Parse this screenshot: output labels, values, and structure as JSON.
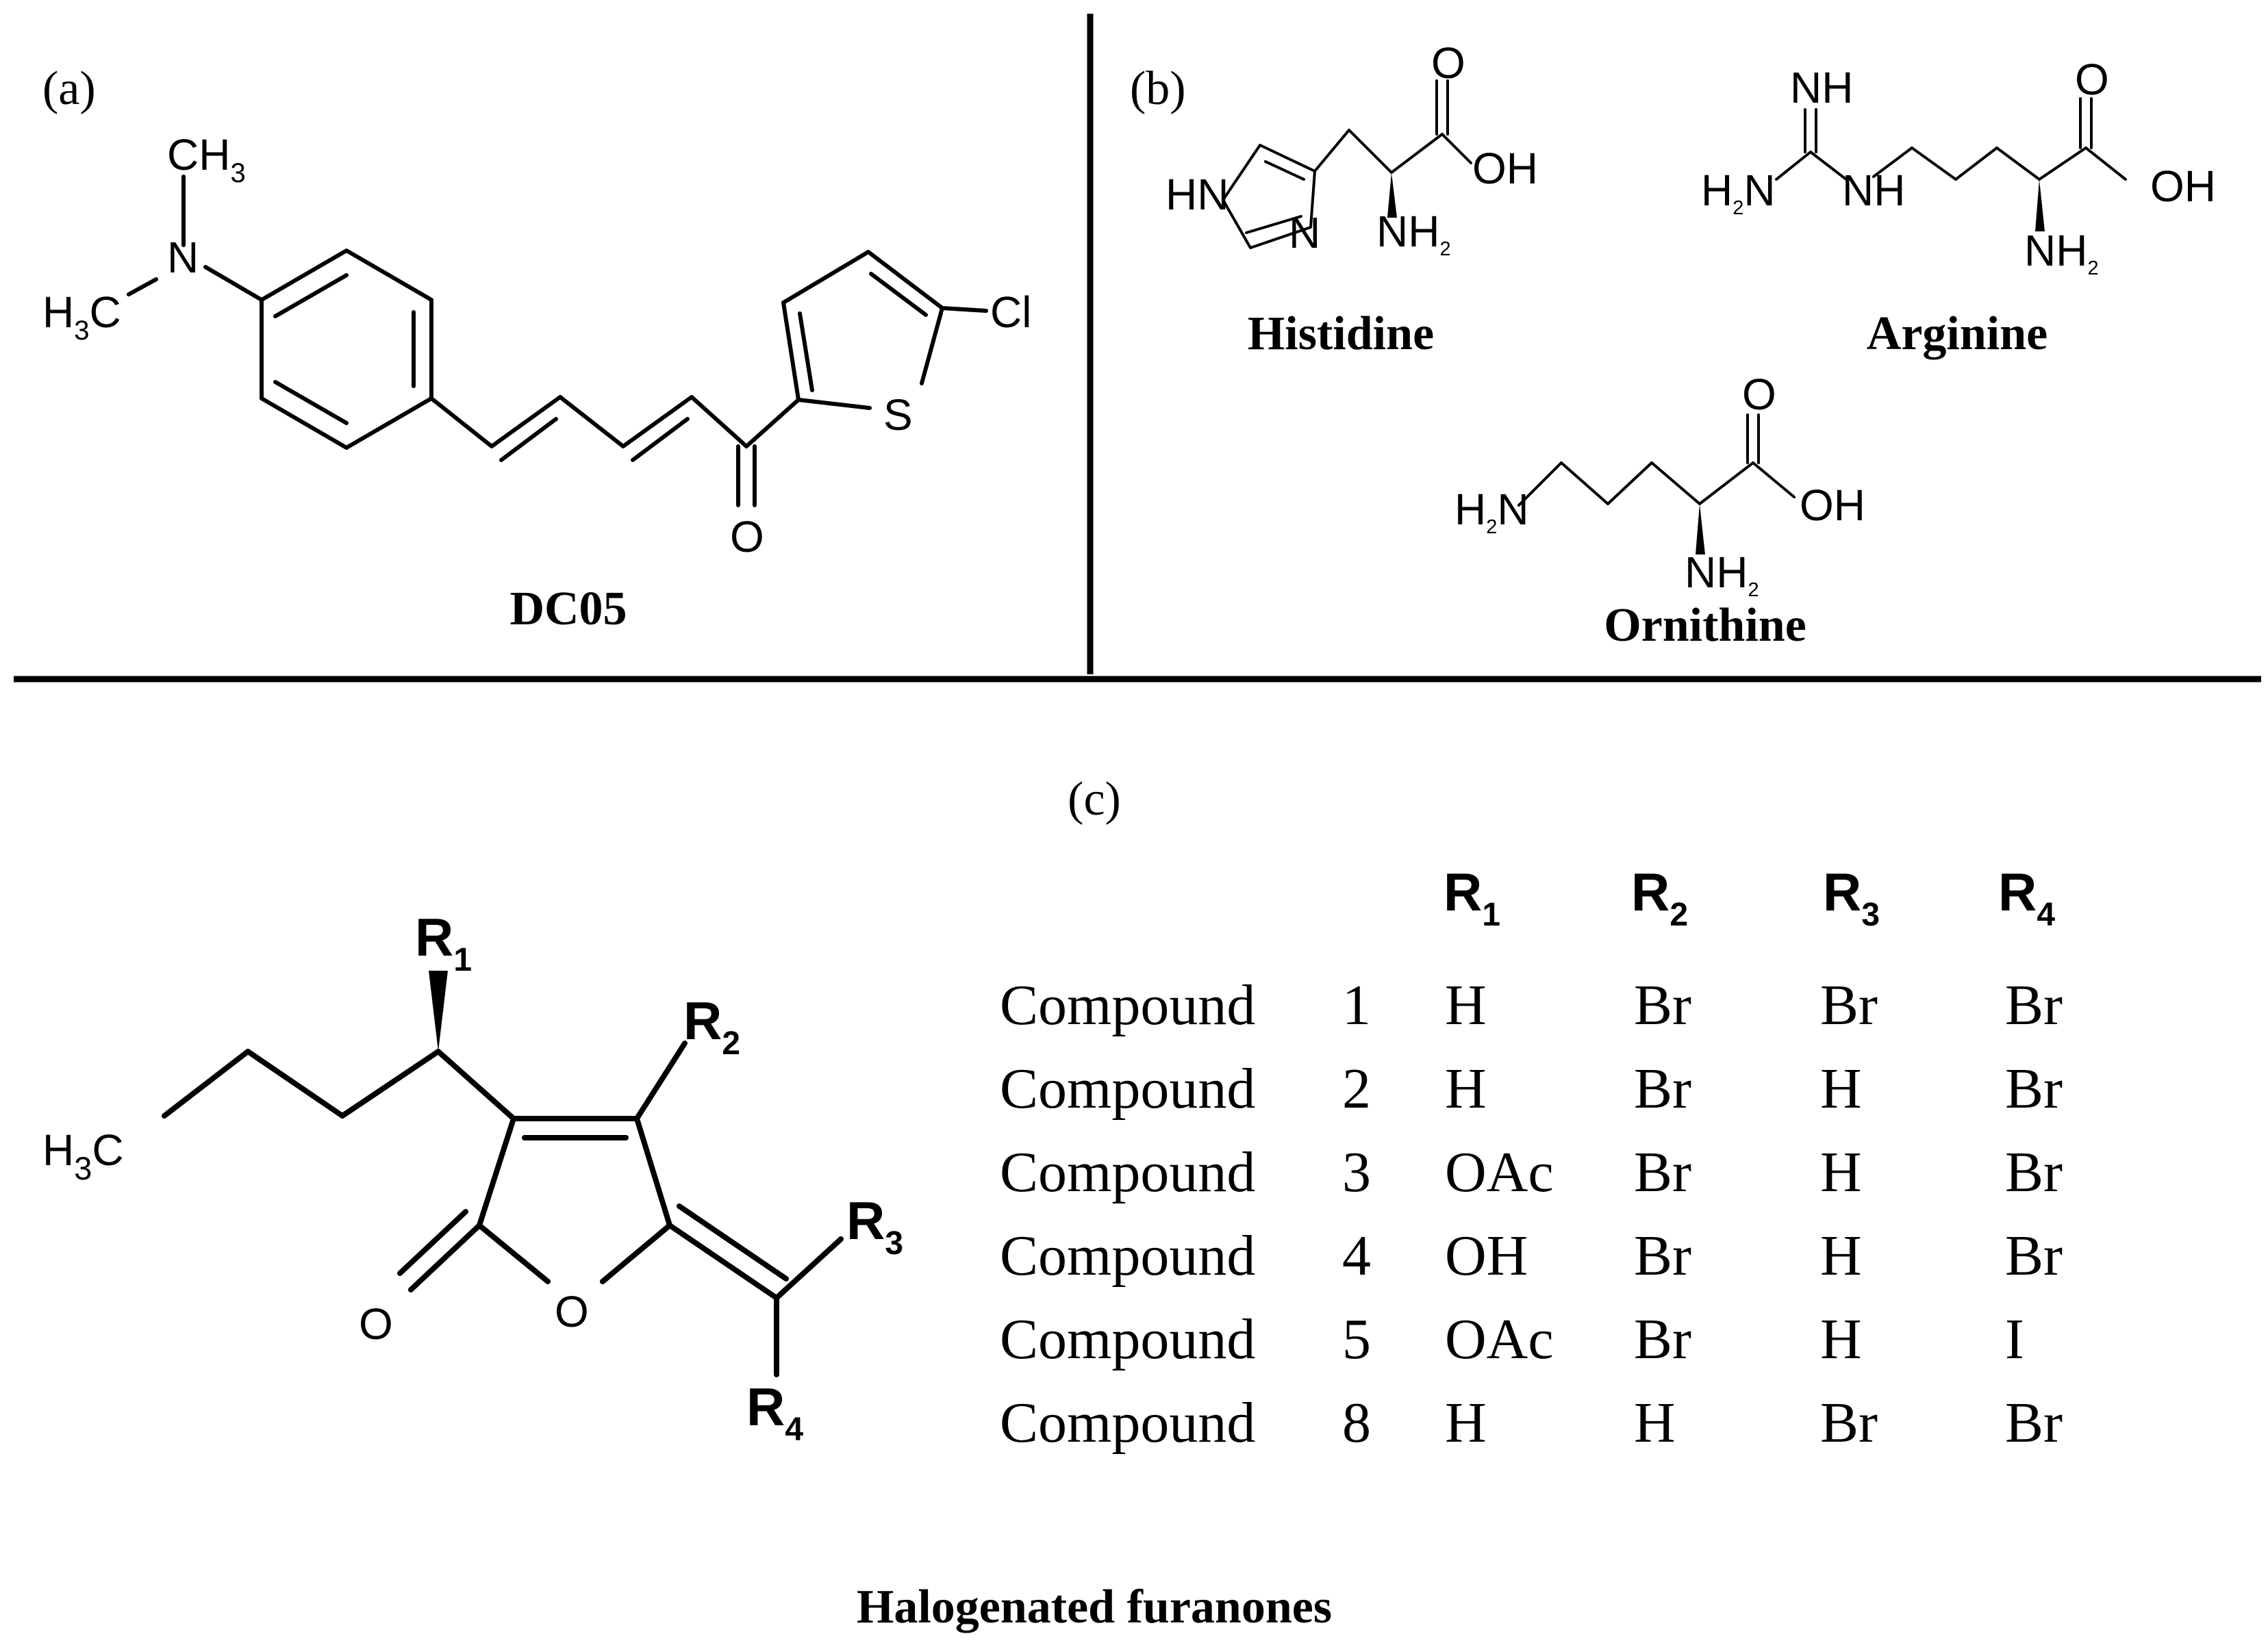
{
  "panels": {
    "a": {
      "tag": "(a)",
      "name": "DC05",
      "atoms": {
        "ch3_top": "CH3",
        "n": "N",
        "h3c": "H3C",
        "cl": "Cl",
        "s": "S",
        "o": "O"
      }
    },
    "b": {
      "tag": "(b)",
      "histidine": {
        "name": "Histidine",
        "atoms": {
          "hn": "HN",
          "n": "N",
          "o": "O",
          "oh": "OH",
          "nh2": "NH2"
        }
      },
      "arginine": {
        "name": "Arginine",
        "atoms": {
          "nh_top": "NH",
          "h2n": "H2N",
          "nh": "NH",
          "o": "O",
          "oh": "OH",
          "nh2": "NH2"
        }
      },
      "ornithine": {
        "name": "Ornithine",
        "atoms": {
          "h2n": "H2N",
          "o": "O",
          "oh": "OH",
          "nh2": "NH2"
        }
      }
    },
    "c": {
      "tag": "(c)",
      "caption": "Halogenated furanones",
      "atoms": {
        "r1": "R1",
        "r2": "R2",
        "r3": "R3",
        "r4": "R4",
        "h3c": "H3C",
        "o_ring": "O",
        "o_carbonyl": "O"
      },
      "table": {
        "headers": [
          "R1",
          "R2",
          "R3",
          "R4"
        ],
        "rows": [
          {
            "compound": "Compound",
            "number": "1",
            "r1": "H",
            "r2": "Br",
            "r3": "Br",
            "r4": "Br"
          },
          {
            "compound": "Compound",
            "number": "2",
            "r1": "H",
            "r2": "Br",
            "r3": "H",
            "r4": "Br"
          },
          {
            "compound": "Compound",
            "number": "3",
            "r1": "OAc",
            "r2": "Br",
            "r3": "H",
            "r4": "Br"
          },
          {
            "compound": "Compound",
            "number": "4",
            "r1": "OH",
            "r2": "Br",
            "r3": "H",
            "r4": "Br"
          },
          {
            "compound": "Compound",
            "number": "5",
            "r1": "OAc",
            "r2": "Br",
            "r3": "H",
            "r4": "I"
          },
          {
            "compound": "Compound",
            "number": "8",
            "r1": "H",
            "r2": "H",
            "r3": "Br",
            "r4": "Br"
          }
        ]
      }
    }
  }
}
